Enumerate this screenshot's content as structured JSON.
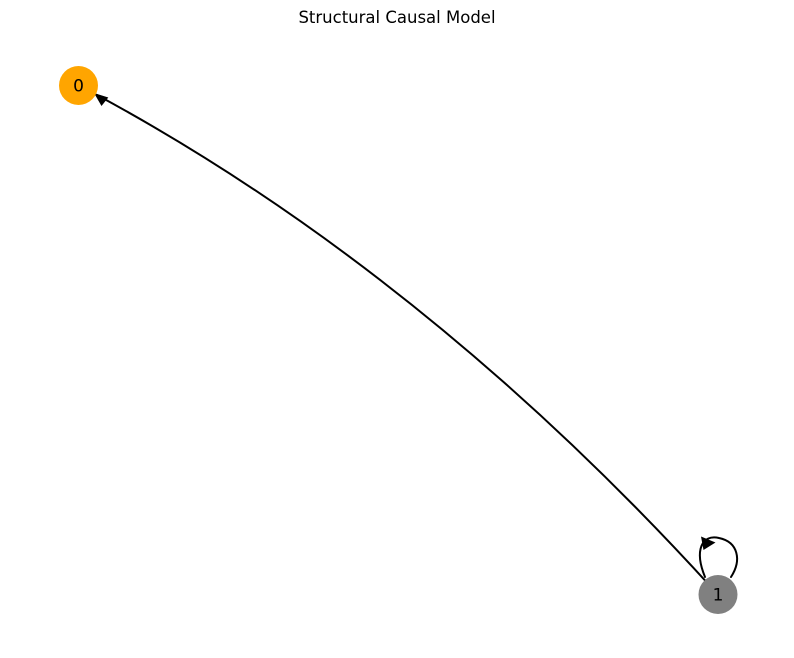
{
  "figure": {
    "title": "Structural Causal Model",
    "title_color": "#000000",
    "background_color": "#ffffff"
  },
  "graph": {
    "nodes": [
      {
        "id": "0",
        "label": "0",
        "color": "#ffa500",
        "text_color": "#000000"
      },
      {
        "id": "1",
        "label": "1",
        "color": "#808080",
        "text_color": "#000000"
      }
    ],
    "edges": [
      {
        "source": "1",
        "target": "0",
        "type": "curved-arrow"
      },
      {
        "source": "1",
        "target": "1",
        "type": "self-loop-arrow"
      }
    ],
    "edge_color": "#000000"
  }
}
